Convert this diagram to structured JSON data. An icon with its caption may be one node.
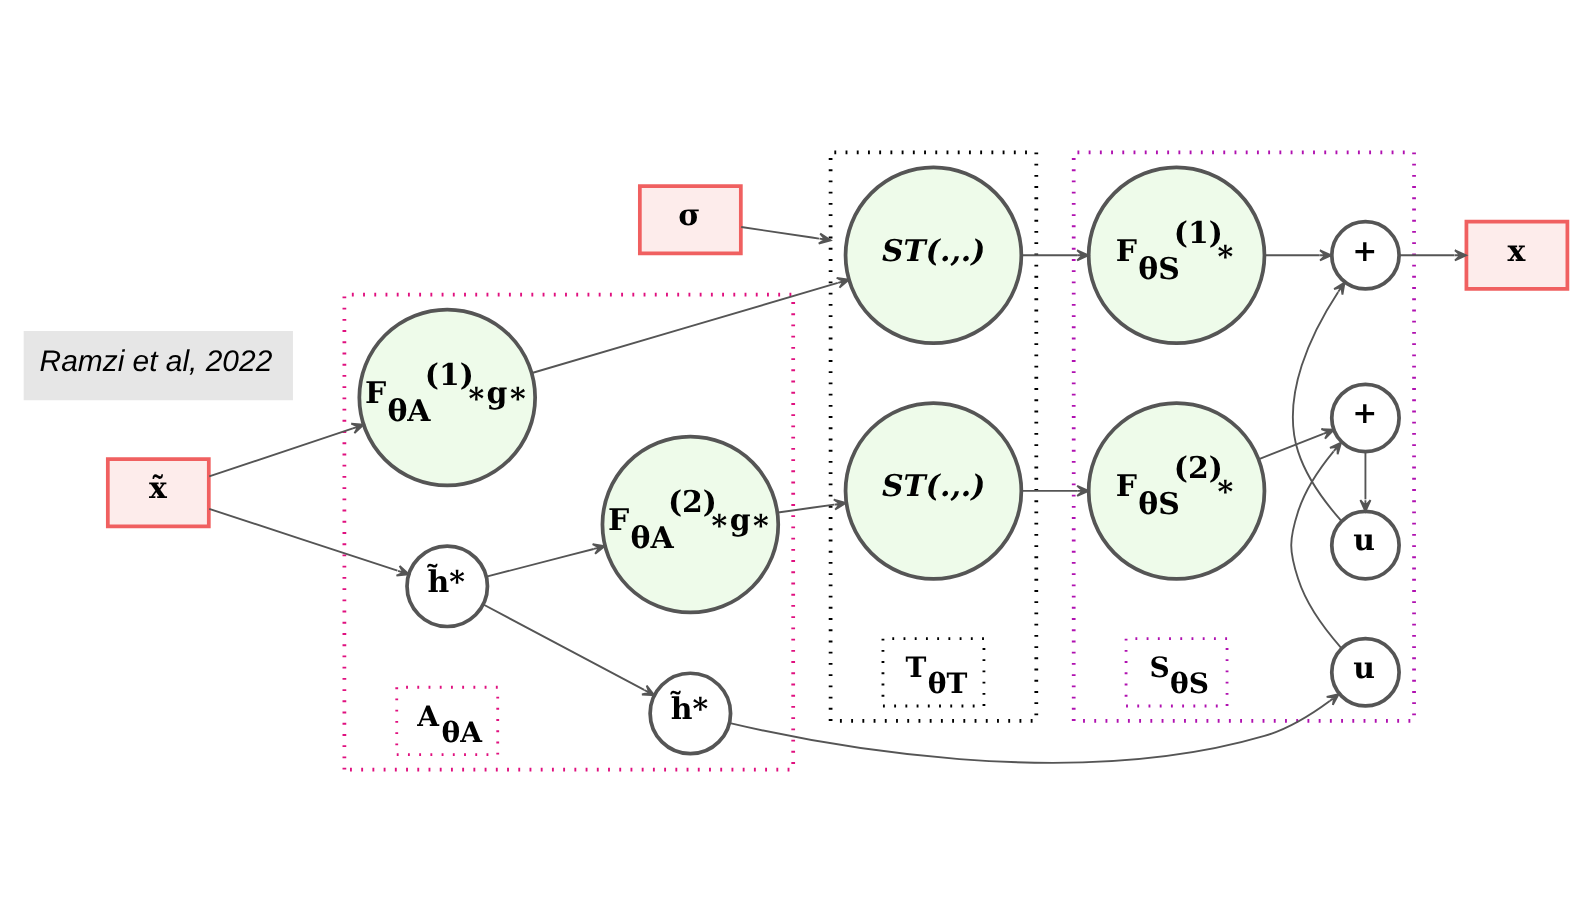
{
  "diagram": {
    "nodes": [
      {
        "text": [
          "σ"
        ]
      },
      {
        "text": [
          "x̃"
        ]
      },
      {
        "text": [],
        "shape": "box"
      },
      {
        "text": [
          "F$_{θA}$$^{(1)}$∗g∗"
        ],
        "in": 2
      },
      {
        "text": [
          "h̃*"
        ],
        "in": 2
      },
      {
        "text": [
          "F$_{θA}$$^{(2)}$∗g∗"
        ],
        "in": 2
      },
      {
        "text": [
          "h̃*"
        ],
        "in": 2
      },
      {
        "text": [
          "A$_{θA}$"
        ],
        "in": 2
      },
      {
        "text": [],
        "shape": "box"
      },
      {
        "text": [
          "ST(.,.)"
        ],
        "in": 8
      },
      {
        "text": [
          "ST(.,.)"
        ],
        "in": 8
      },
      {
        "text": [
          "T$_{θT}$"
        ],
        "in": 8
      },
      {
        "text": [],
        "shape": "box"
      },
      {
        "text": [
          "F$_{θS}$$^{(1)}$∗"
        ],
        "in": 12
      },
      {
        "text": [
          "F$_{θS}$$^{(2)}$∗"
        ],
        "in": 12
      },
      {
        "text": [
          "+"
        ],
        "in": 12
      },
      {
        "text": [
          "u"
        ],
        "in": 12
      },
      {
        "text": [
          "+"
        ],
        "in": 12
      },
      {
        "text": [
          "u"
        ],
        "in": 12
      },
      {
        "text": [
          "S$_{θS}$"
        ],
        "in": 12
      },
      {
        "text": [
          "x"
        ]
      }
    ],
    "edges": [
      {
        "from": 1,
        "to": 3,
        "arrow": "to"
      },
      {
        "from": 1,
        "to": 4,
        "arrow": "to"
      },
      {
        "from": 4,
        "to": 5,
        "arrow": "to"
      },
      {
        "from": 4,
        "to": 6,
        "arrow": "to"
      },
      {
        "from": 0,
        "to": 8,
        "arrow": "to"
      },
      {
        "from": 3,
        "to": 9,
        "arrow": "to"
      },
      {
        "from": 5,
        "to": 10,
        "arrow": "to"
      },
      {
        "from": 9,
        "to": 13,
        "arrow": "to"
      },
      {
        "from": 10,
        "to": 14,
        "arrow": "to"
      },
      {
        "from": 13,
        "to": 15,
        "arrow": "to"
      },
      {
        "from": 14,
        "to": 17,
        "arrow": "to"
      },
      {
        "from": 15,
        "to": 20,
        "arrow": "to"
      },
      {
        "from": 16,
        "to": 15,
        "arrow": "to"
      },
      {
        "from": 17,
        "to": 16,
        "arrow": "to"
      },
      {
        "from": 18,
        "to": 17,
        "arrow": "to"
      },
      {
        "from": 6,
        "to": 18,
        "arrow": "to"
      }
    ],
    "labels": [
      "Ramzi et al, 2022"
    ]
  }
}
